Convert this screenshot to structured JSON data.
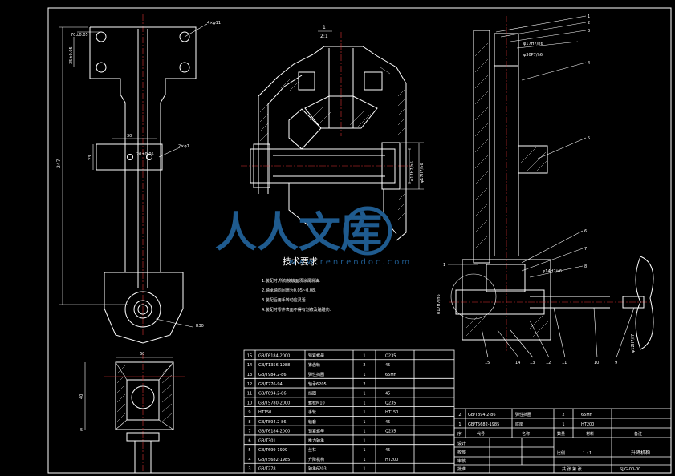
{
  "drawing": {
    "section_label": "1 : 2:1",
    "section_num": "1",
    "section_scale": "2:1",
    "tech_title": "技术要求",
    "tech_notes": [
      "1.装配时,所有接触面须涂润滑油.",
      "2.轴承轴向间隙为0.05~0.08.",
      "3.装配后用手转动应灵活.",
      "4.装配时零件表面不得有划痕及磕碰伤."
    ],
    "watermark_cn": "人人文库",
    "watermark_url": "www.renrendoc.com"
  },
  "dims": {
    "d_70": "70±0.05",
    "d_35": "35±0.05",
    "d_4x": "4×φ11",
    "d_247": "247",
    "d_30": "30",
    "d_20": "20±0.05",
    "d_2x": "2×φ7",
    "d_23": "23",
    "d_r30": "R30",
    "d_60": "60",
    "d_40": "40",
    "d_5": "5",
    "fit_1": "φ17H7/h6",
    "fit_2": "φ30P7/h6",
    "fit_3": "φ14H7/s6",
    "fit_4": "φ17H7/h6",
    "fit_5": "φ17H7/h6",
    "fit_6": "φ12H7/f7"
  },
  "callouts": [
    "1",
    "2",
    "3",
    "4",
    "5",
    "6",
    "7",
    "8",
    "9",
    "10",
    "11",
    "12",
    "13",
    "14",
    "15"
  ],
  "bom_rows": [
    {
      "no": "15",
      "code": "GB/T6184-2000",
      "name": "锁紧螺母",
      "qty": "1",
      "mat": "Q235"
    },
    {
      "no": "14",
      "code": "GB/T1356-1988",
      "name": "锥齿轮",
      "qty": "2",
      "mat": "45"
    },
    {
      "no": "13",
      "code": "GB/T984.2-86",
      "name": "弹性挡圈",
      "qty": "1",
      "mat": "65Mn"
    },
    {
      "no": "12",
      "code": "GB/T276-94",
      "name": "轴承6205",
      "qty": "2",
      "mat": ""
    },
    {
      "no": "11",
      "code": "GB/T894.2-86",
      "name": "挡圈",
      "qty": "1",
      "mat": "45"
    },
    {
      "no": "10",
      "code": "GB/T5780-2000",
      "name": "螺栓M10",
      "qty": "1",
      "mat": "Q235"
    },
    {
      "no": "9",
      "code": "HT150",
      "name": "手轮",
      "qty": "1",
      "mat": "HT150"
    },
    {
      "no": "8",
      "code": "GB/T894.2-86",
      "name": "轴套",
      "qty": "1",
      "mat": "45"
    },
    {
      "no": "7",
      "code": "GB/T6184-2000",
      "name": "锁紧螺母",
      "qty": "1",
      "mat": "Q235"
    },
    {
      "no": "6",
      "code": "GB/T301",
      "name": "推力轴承",
      "qty": "1",
      "mat": ""
    },
    {
      "no": "5",
      "code": "GB/T699-1999",
      "name": "丝杠",
      "qty": "1",
      "mat": "45"
    },
    {
      "no": "4",
      "code": "GB/T5682-1985",
      "name": "升降机构",
      "qty": "1",
      "mat": "HT200"
    },
    {
      "no": "3",
      "code": "GB/T278",
      "name": "轴承6203",
      "qty": "1",
      "mat": ""
    }
  ],
  "bom2_rows": [
    {
      "no": "2",
      "code": "GB/T894.2-86",
      "name": "弹性挡圈",
      "qty": "2",
      "mat": "65Mn"
    },
    {
      "no": "1",
      "code": "GB/T5682-1985",
      "name": "底座",
      "qty": "1",
      "mat": "HT200"
    }
  ],
  "bom_header": [
    "序",
    "代号",
    "名称",
    "数量",
    "材料",
    "备注"
  ],
  "title_block": {
    "design": "设计",
    "check": "校核",
    "review": "审核",
    "approve": "批准",
    "scale_label": "比例",
    "scale": "1 : 1",
    "drawing_name": "升降机构",
    "company": "共 张 第 张",
    "drawing_no": "SJJG-00-00"
  }
}
